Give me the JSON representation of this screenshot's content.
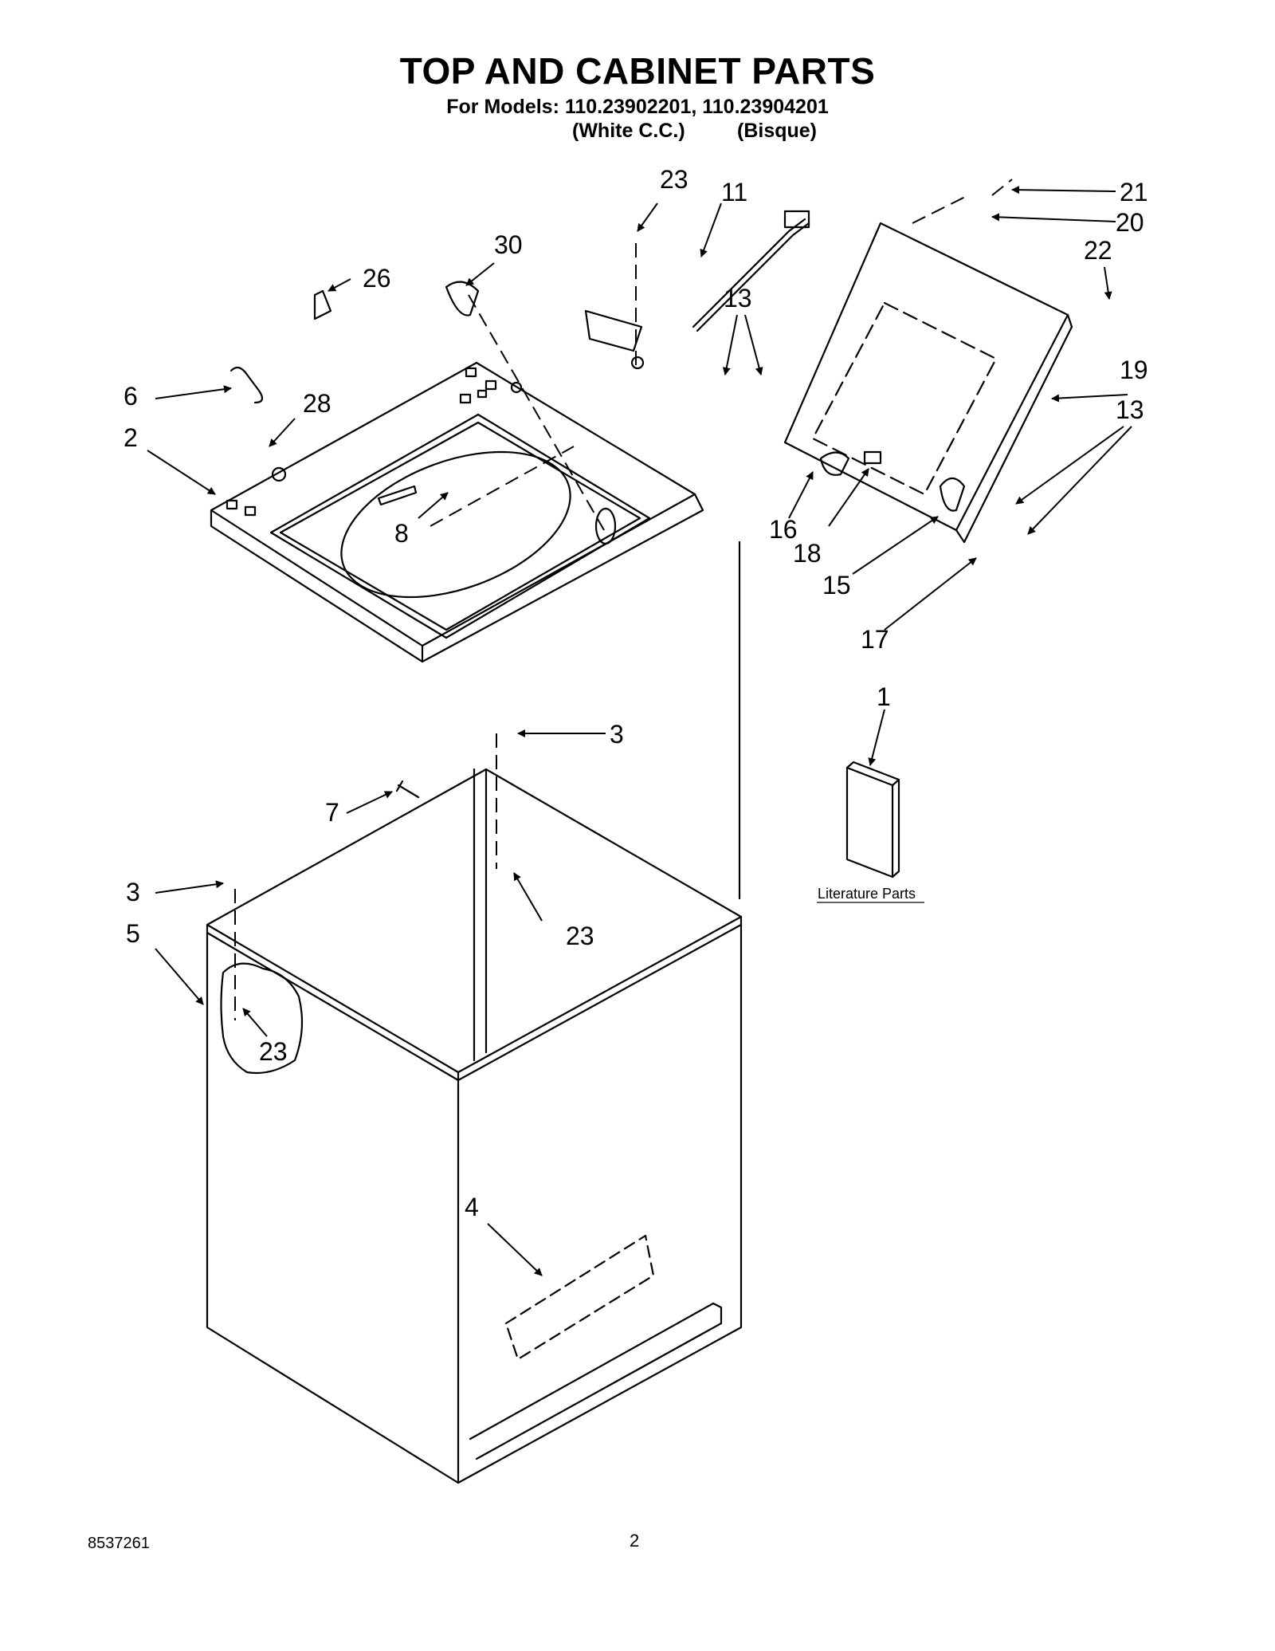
{
  "header": {
    "title": "TOP AND CABINET PARTS",
    "models_line": "For Models: 110.23902201, 110.23904201",
    "variant_1": "(White C.C.)",
    "variant_2": "(Bisque)"
  },
  "callouts": {
    "c1": "1",
    "c2": "2",
    "c3a": "3",
    "c3b": "3",
    "c4": "4",
    "c5": "5",
    "c6": "6",
    "c7": "7",
    "c8": "8",
    "c11": "11",
    "c13a": "13",
    "c13b": "13",
    "c15": "15",
    "c16": "16",
    "c17": "17",
    "c18": "18",
    "c19": "19",
    "c20": "20",
    "c21": "21",
    "c22": "22",
    "c23a": "23",
    "c23b": "23",
    "c23c": "23",
    "c26": "26",
    "c28": "28",
    "c30": "30"
  },
  "literature": {
    "label": "Literature Parts"
  },
  "footer": {
    "doc_number": "8537261",
    "page_number": "2"
  }
}
